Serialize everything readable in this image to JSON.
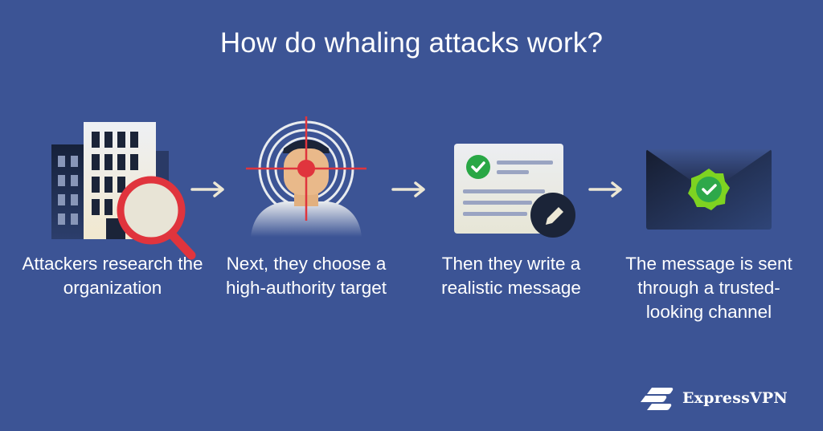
{
  "title": "How do whaling attacks work?",
  "steps": [
    {
      "caption": "Attackers research the organization",
      "icon": "building-magnifier-icon"
    },
    {
      "caption": "Next, they choose a high-authority target",
      "icon": "target-person-icon"
    },
    {
      "caption": "Then they write a realistic message",
      "icon": "document-pencil-icon"
    },
    {
      "caption": "The message is sent through a trusted-looking channel",
      "icon": "envelope-verified-icon"
    }
  ],
  "brand": {
    "name": "ExpressVPN",
    "icon": "expressvpn-logo-icon"
  },
  "colors": {
    "background": "#3c5495",
    "accent_red": "#e0343d",
    "accent_green": "#7ed321",
    "dark_navy": "#1b2438"
  }
}
